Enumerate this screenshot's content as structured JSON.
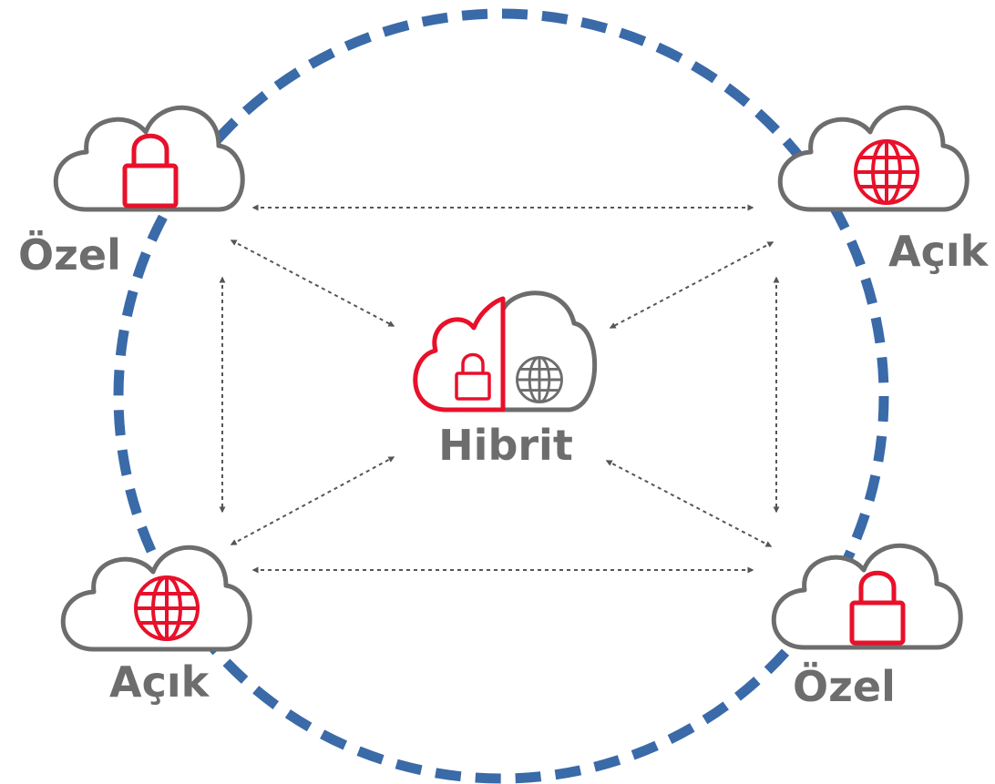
{
  "labels": {
    "top_left": "Özel",
    "top_right": "Açık",
    "bottom_left": "Açık",
    "bottom_right": "Özel",
    "center": "Hibrit"
  },
  "colors": {
    "accent_red": "#e8102a",
    "cloud_gray": "#6d6d6d",
    "ring_blue": "#3a6aa8",
    "connector": "#555555"
  },
  "icons": {
    "top_left": "lock-icon",
    "top_right": "globe-icon",
    "bottom_left": "globe-icon",
    "bottom_right": "lock-icon",
    "center": [
      "lock-icon",
      "globe-icon"
    ]
  }
}
